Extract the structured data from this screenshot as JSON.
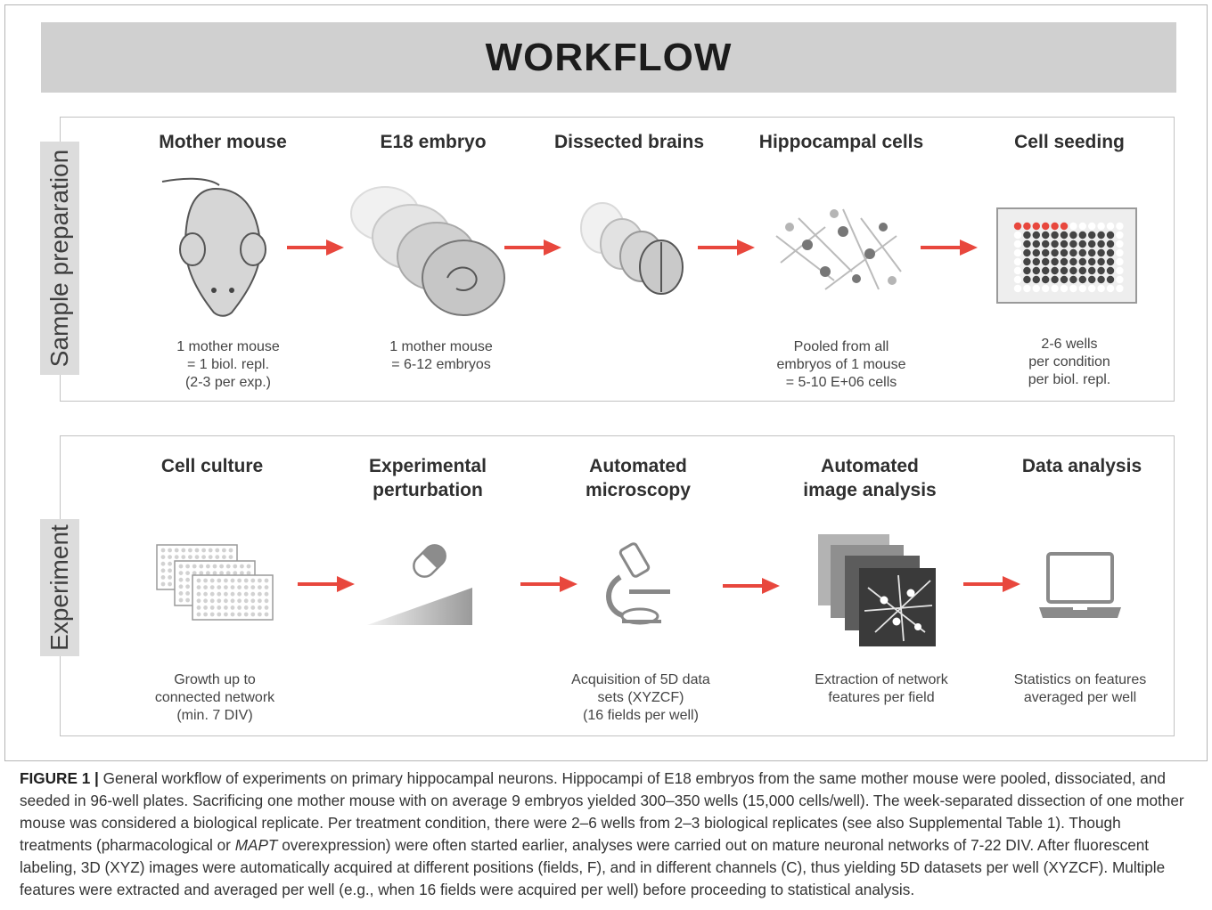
{
  "banner": {
    "title": "WORKFLOW"
  },
  "sample_preparation": {
    "label": "Sample preparation",
    "steps": [
      {
        "title": "Mother mouse",
        "caption": "1 mother mouse\n= 1 biol. repl.\n(2-3 per exp.)",
        "icon": "mouse-icon"
      },
      {
        "title": "E18 embryo",
        "caption": "1 mother mouse\n= 6-12 embryos",
        "icon": "embryo-icon"
      },
      {
        "title": "Dissected brains",
        "caption": "",
        "icon": "brain-icon"
      },
      {
        "title": "Hippocampal cells",
        "caption": "Pooled from all\nembryos of 1 mouse\n= 5-10 E+06 cells",
        "icon": "neuron-cells-icon"
      },
      {
        "title": "Cell seeding",
        "caption": "2-6 wells\nper condition\nper biol. repl.",
        "icon": "well-plate-icon"
      }
    ]
  },
  "experiment": {
    "label": "Experiment",
    "steps": [
      {
        "title": "Cell culture",
        "caption": "Growth up to\nconnected network\n(min. 7 DIV)",
        "icon": "stacked-plates-icon"
      },
      {
        "title": "Experimental\nperturbation",
        "caption": "",
        "icon": "pill-gradient-icon"
      },
      {
        "title": "Automated\nmicroscopy",
        "caption": "Acquisition of 5D data\nsets (XYZCF)\n(16 fields per well)",
        "icon": "microscope-icon"
      },
      {
        "title": "Automated\nimage analysis",
        "caption": "Extraction of network\nfeatures per field",
        "icon": "image-stack-icon"
      },
      {
        "title": "Data analysis",
        "caption": "Statistics on features\naveraged per well",
        "icon": "laptop-icon"
      }
    ]
  },
  "colors": {
    "arrow": "#e8473d",
    "banner": "#d0d0d0",
    "highlight_wells": "#e8473d"
  },
  "figure_caption": {
    "label": "FIGURE 1 |",
    "text_1": " General workflow of experiments on primary hippocampal neurons. Hippocampi of E18 embryos from the same mother mouse were pooled, dissociated, and seeded in 96-well plates. Sacrificing one mother mouse with on average 9 embryos yielded 300–350 wells (15,000 cells/well). The week-separated dissection of one mother mouse was considered a biological replicate. Per treatment condition, there were 2–6 wells from 2–3 biological replicates (see also Supplemental Table 1). Though treatments (pharmacological or ",
    "italic": "MAPT",
    "text_2": " overexpression) were often started earlier, analyses were carried out on mature neuronal networks of 7-22 DIV. After fluorescent labeling, 3D (XYZ) images were automatically acquired at different positions (fields, F), and in different channels (C), thus yielding 5D datasets per well (XYZCF). Multiple features were extracted and averaged per well (e.g., when 16 fields were acquired per well) before proceeding to statistical analysis."
  }
}
